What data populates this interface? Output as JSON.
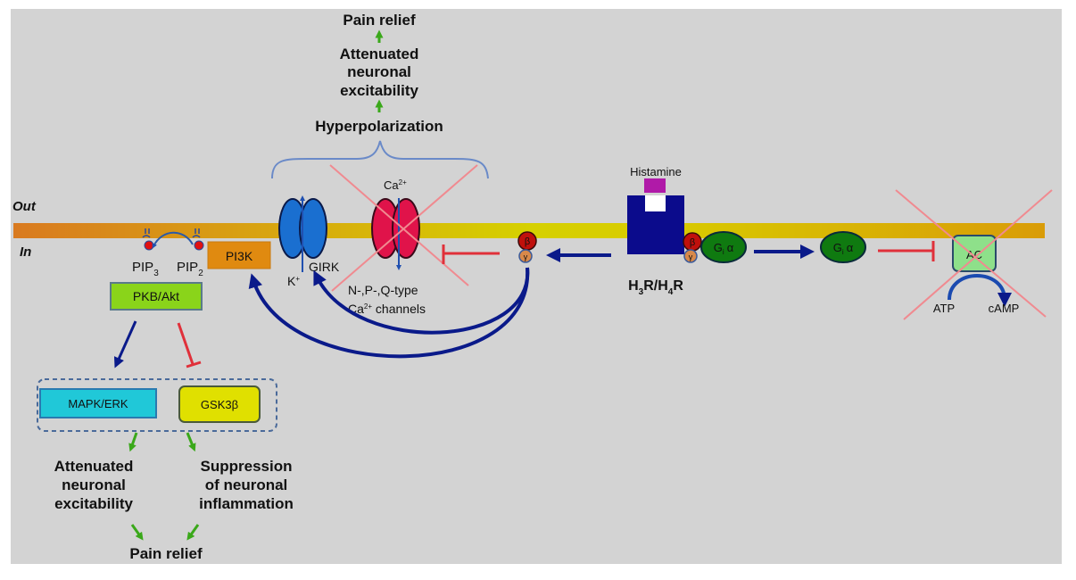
{
  "diagram": {
    "title": "Histamine H3R/H4R Gi/o signaling pathway",
    "colors": {
      "panel_bg": "#d3d3d3",
      "membrane_left": "#d97a20",
      "membrane_mid": "#d6d000",
      "membrane_right": "#d99c08",
      "activation_arrow": "#0a1a8a",
      "inhibition": "#e0303a",
      "outcome_arrow": "#3aa81a",
      "girk": "#1a6fd0",
      "ca_channel": "#e0134a",
      "receptor": "#0b0b8c",
      "histamine": "#b01aa8",
      "gi_alpha": "#0f7a10",
      "g_beta": "#c0100c",
      "g_gamma": "#d8894a",
      "pi3k": "#e08a10",
      "pkb": "#8ad41a",
      "mapk": "#20c8d8",
      "gsk3b": "#e0e000",
      "ac": "#8ee08a",
      "cross": "#f08a90"
    },
    "compartments": {
      "out": "Out",
      "in": "In"
    },
    "top_cascade": {
      "pain_relief": "Pain relief",
      "attenuated_line1": "Attenuated",
      "attenuated_line2": "neuronal",
      "attenuated_line3": "excitability",
      "hyperpolarization": "Hyperpolarization"
    },
    "channels": {
      "girk_label": "GIRK",
      "potassium_ion": "K",
      "potassium_charge": "+",
      "calcium_ion_top": "Ca",
      "calcium_charge": "2+",
      "ca_channel_line1": "N-,P-,Q-type",
      "ca_channel_line2_ion": "Ca",
      "ca_channel_line2_charge": "2+",
      "ca_channel_line2_rest": " channels"
    },
    "receptor": {
      "ligand": "Histamine",
      "name_main1": "H",
      "name_sub1": "3",
      "name_main2": "R/H",
      "name_sub2": "4",
      "name_main3": "R"
    },
    "g_protein": {
      "beta": "β",
      "gamma": "γ",
      "alpha_main": "G",
      "alpha_sub": "i",
      "alpha_symbol": "α"
    },
    "effector": {
      "ac": "AC",
      "substrate": "ATP",
      "product": "cAMP"
    },
    "pi3k_branch": {
      "pip3_main": "PIP",
      "pip3_sub": "3",
      "pip2_main": "PIP",
      "pip2_sub": "2",
      "pi3k": "PI3K",
      "pkb": "PKB/Akt",
      "mapk": "MAPK/ERK",
      "gsk3b": "GSK3β"
    },
    "bottom_outcomes": {
      "left_line1": "Attenuated",
      "left_line2": "neuronal",
      "left_line3": "excitability",
      "right_line1": "Suppression",
      "right_line2": "of neuronal",
      "right_line3": "inflammation",
      "pain_relief": "Pain relief"
    }
  }
}
